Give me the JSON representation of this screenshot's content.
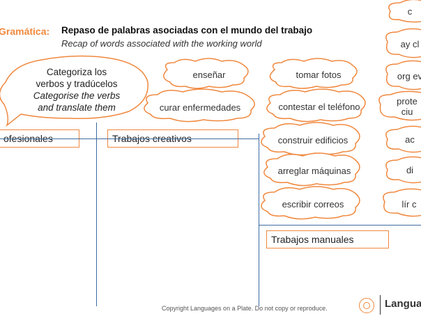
{
  "header": {
    "label": "Gramática:",
    "title_es": "Repaso de palabras asociadas con el mundo del trabajo",
    "title_en": "Recap of words associated with the working world"
  },
  "instruction": {
    "line1": "Categoriza los",
    "line2": "verbos y tradúcelos",
    "line3": "Categorise the verbs",
    "line4": "and translate them"
  },
  "clouds": {
    "ensenar": "enseñar",
    "curar": "curar enfermedades",
    "tomar": "tomar fotos",
    "contestar": "contestar el teléfono",
    "construir": "construir edificios",
    "arreglar": "arreglar máquinas",
    "escribir": "escribir correos",
    "r1": "c",
    "r2": "ay cl",
    "r3": "org ev",
    "r4": "prote ciu",
    "r5": "ac",
    "r6": "di",
    "r7": "lír c"
  },
  "categories": {
    "profesionales": "ofesionales",
    "creativos": "Trabajos creativos",
    "manuales": "Trabajos manuales"
  },
  "footer": {
    "copyright": "Copyright Languages on a Plate. Do not copy or reproduce.",
    "brand": "Langua"
  }
}
